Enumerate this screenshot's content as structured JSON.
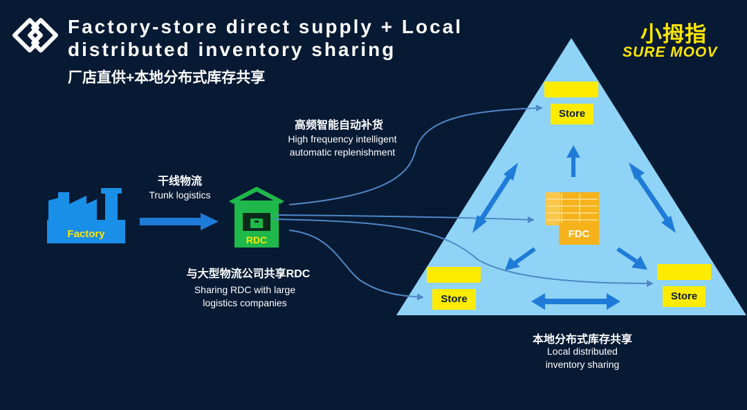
{
  "header": {
    "title_en_line1": "Factory-store direct supply + Local",
    "title_en_line2": "distributed inventory sharing",
    "title_zh": "厂店直供+本地分布式库存共享"
  },
  "brand": {
    "name_zh": "小拇指",
    "name_en": "SURE MOOV"
  },
  "nodes": {
    "factory": {
      "label": "Factory",
      "icon": "factory-icon"
    },
    "rdc": {
      "label": "RDC",
      "icon": "warehouse-icon"
    },
    "fdc": {
      "label": "FDC",
      "icon": "shelves-icon"
    },
    "store_top": {
      "label": "Store",
      "icon": "store-icon"
    },
    "store_left": {
      "label": "Store",
      "icon": "store-icon"
    },
    "store_right": {
      "label": "Store",
      "icon": "store-icon"
    }
  },
  "annotations": {
    "trunk_zh": "干线物流",
    "trunk_en": "Trunk logistics",
    "replenish_zh": "高频智能自动补货",
    "replenish_en_line1": "High frequency intelligent",
    "replenish_en_line2": "automatic replenishment",
    "share_rdc_zh": "与大型物流公司共享RDC",
    "share_rdc_en_line1": "Sharing RDC with large",
    "share_rdc_en_line2": "logistics companies",
    "local_zh": "本地分布式库存共享",
    "local_en_line1": "Local distributed",
    "local_en_line2": "inventory sharing"
  },
  "colors": {
    "background": "#071a33",
    "factory_blue": "#1a8fe8",
    "rdc_green": "#1fb84a",
    "triangle_fill": "#8fd3f7",
    "store_yellow": "#ffeb00",
    "fdc_orange": "#f5b21a",
    "arrow_blue": "#1f7bd8",
    "flow_line": "#4f88c6"
  }
}
